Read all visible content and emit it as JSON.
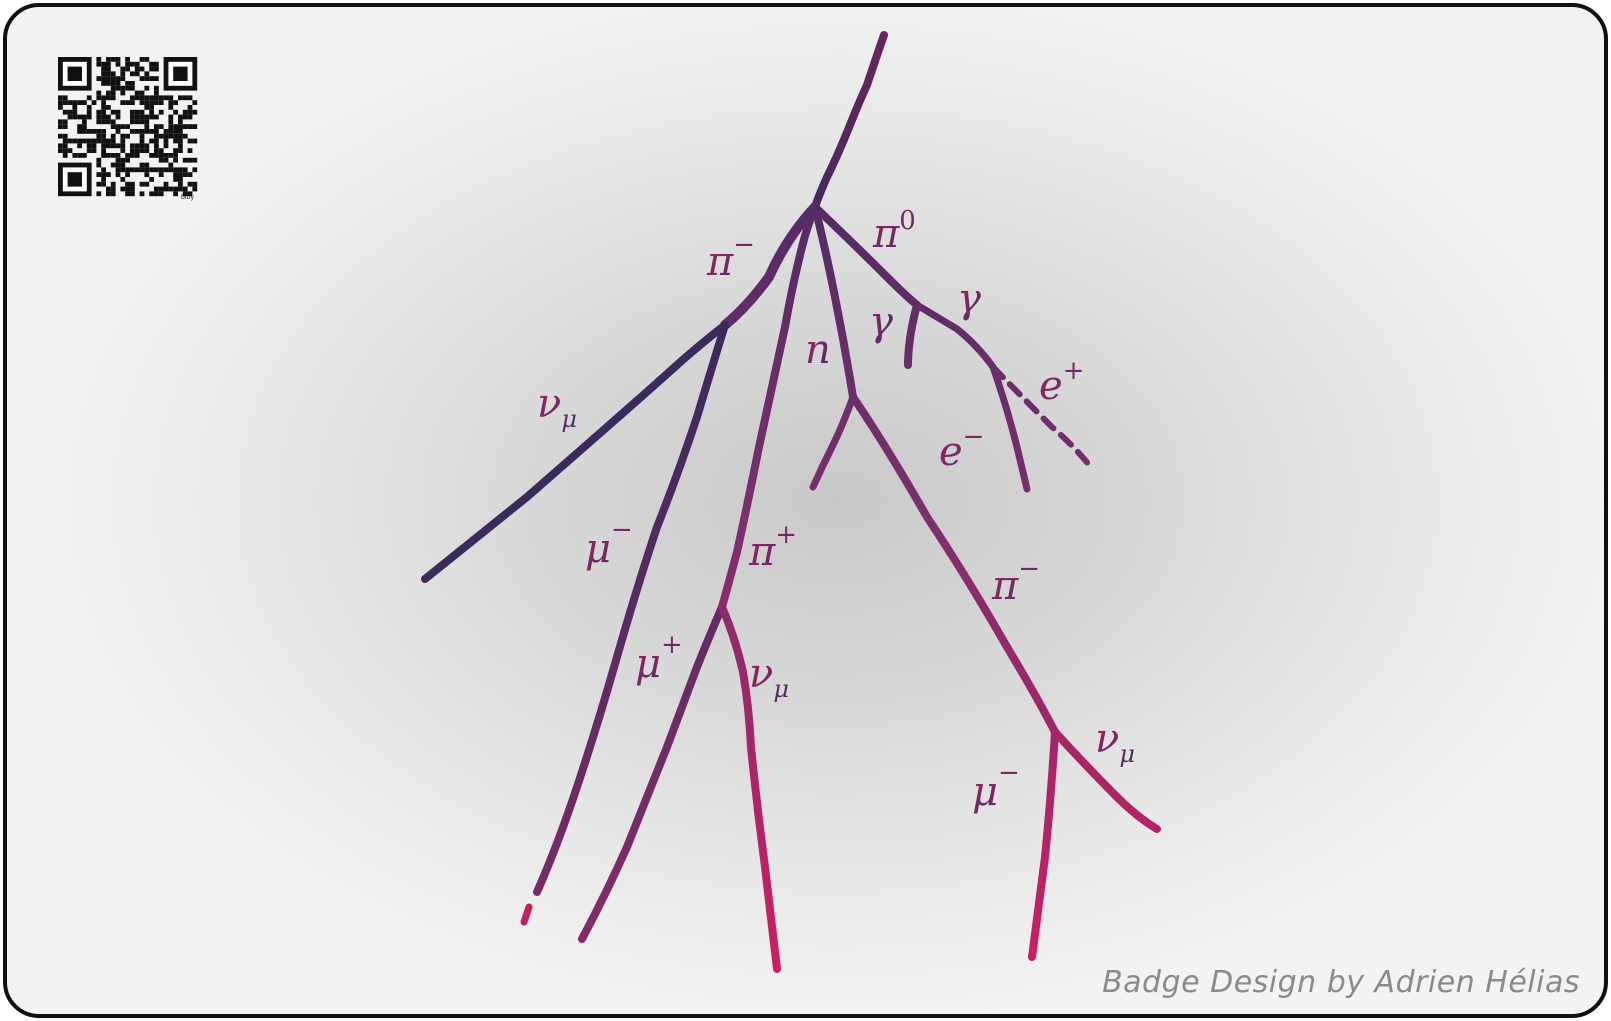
{
  "credit": "Badge Design by Adrien Hélias",
  "qr_code": {
    "icon": "qr-code-icon",
    "caption": "bitly"
  },
  "colors": {
    "track_dark": "#3b2a5c",
    "track_mid": "#7a2f6e",
    "track_light": "#d81b60",
    "border": "#111111",
    "credit_text": "#8a8a8a"
  },
  "labels": [
    {
      "id": "pi-minus-top",
      "symbol": "π",
      "sup": "−",
      "sub": ""
    },
    {
      "id": "pi-zero",
      "symbol": "π",
      "sup": "0",
      "sub": ""
    },
    {
      "id": "gamma-left",
      "symbol": "γ",
      "sup": "",
      "sub": ""
    },
    {
      "id": "gamma-right",
      "symbol": "γ",
      "sup": "",
      "sub": ""
    },
    {
      "id": "neutron",
      "symbol": "n",
      "sup": "",
      "sub": ""
    },
    {
      "id": "positron",
      "symbol": "e",
      "sup": "+",
      "sub": ""
    },
    {
      "id": "electron",
      "symbol": "e",
      "sup": "−",
      "sub": ""
    },
    {
      "id": "nu-mu-left",
      "symbol": "ν",
      "sup": "",
      "sub": "μ"
    },
    {
      "id": "mu-minus-left",
      "symbol": "μ",
      "sup": "−",
      "sub": ""
    },
    {
      "id": "pi-plus",
      "symbol": "π",
      "sup": "+",
      "sub": ""
    },
    {
      "id": "mu-plus",
      "symbol": "μ",
      "sup": "+",
      "sub": ""
    },
    {
      "id": "nu-mu-center",
      "symbol": "ν",
      "sup": "",
      "sub": "μ"
    },
    {
      "id": "pi-minus-right",
      "symbol": "π",
      "sup": "−",
      "sub": ""
    },
    {
      "id": "nu-mu-right",
      "symbol": "ν",
      "sup": "",
      "sub": "μ"
    },
    {
      "id": "mu-minus-right",
      "symbol": "μ",
      "sup": "−",
      "sub": ""
    }
  ]
}
